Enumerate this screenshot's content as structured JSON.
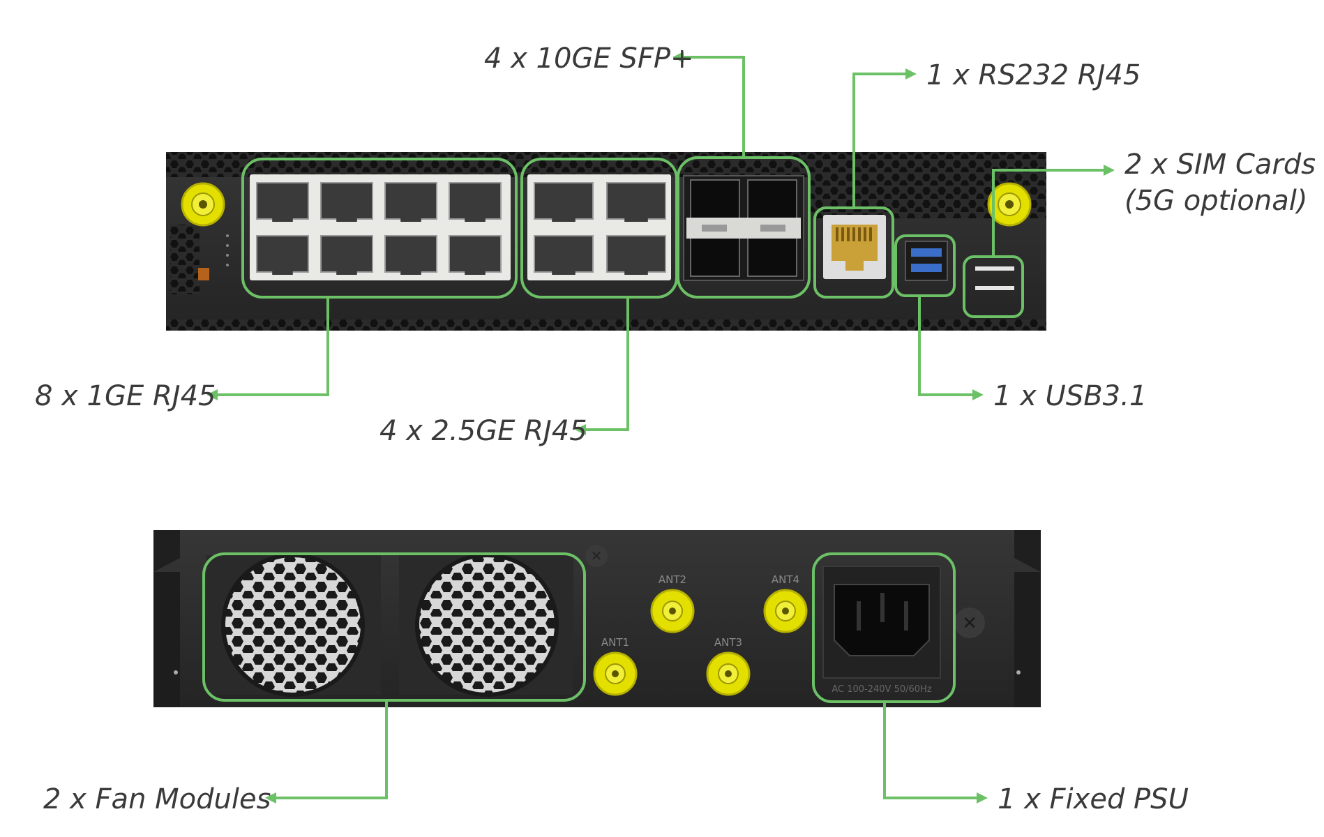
{
  "colors": {
    "accent": "#6cc167",
    "chassis": "#2b2b2b",
    "connector": "#e3e000",
    "port_white": "#e9e9e6",
    "label_text": "#3a3a3a"
  },
  "callouts": {
    "sfp": "4 x 10GE SFP+",
    "rs232": "1 x RS232 RJ45",
    "sim_line1": "2 x SIM Cards",
    "sim_line2": "(5G optional)",
    "ge_1g": "8 x 1GE RJ45",
    "ge_25g": "4 x 2.5GE RJ45",
    "usb": "1 x USB3.1",
    "fans": "2 x Fan Modules",
    "psu": "1 x Fixed PSU"
  },
  "rear_panel": {
    "antennas": [
      "ANT1",
      "ANT2",
      "ANT3",
      "ANT4"
    ],
    "psu_rating": "AC 100-240V 50/60Hz"
  },
  "icons": {
    "screw": "screw-icon",
    "antenna": "antenna-connector-icon",
    "fan": "fan-icon",
    "power": "power-inlet-icon"
  }
}
